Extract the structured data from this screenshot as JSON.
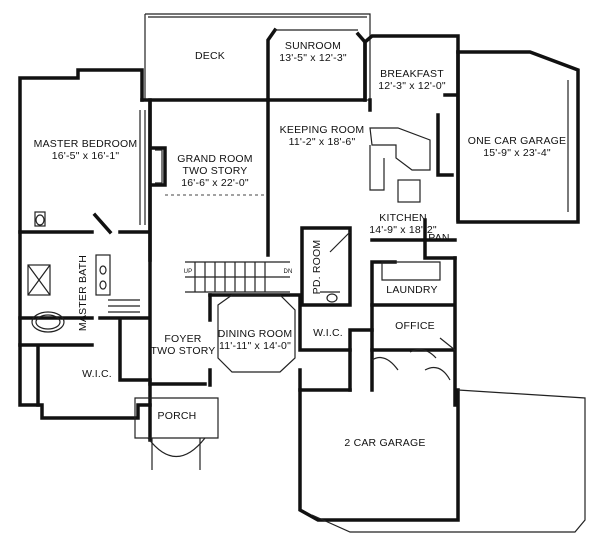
{
  "rooms": {
    "deck": {
      "name": "DECK",
      "dims": ""
    },
    "sunroom": {
      "name": "SUNROOM",
      "dims": "13'-5\" x 12'-3\""
    },
    "breakfast": {
      "name": "BREAKFAST",
      "dims": "12'-3\" x 12'-0\""
    },
    "master_bedroom": {
      "name": "MASTER BEDROOM",
      "dims": "16'-5\" x 16'-1\""
    },
    "keeping_room": {
      "name": "KEEPING ROOM",
      "dims": "11'-2\" x 18'-6\""
    },
    "one_car_garage": {
      "name": "ONE CAR GARAGE",
      "dims": "15'-9\" x 23'-4\""
    },
    "grand_room": {
      "name": "GRAND ROOM",
      "sub": "TWO STORY",
      "dims": "16'-6\" x 22'-0\""
    },
    "kitchen": {
      "name": "KITCHEN",
      "dims": "14'-9\" x 18'-2\""
    },
    "pan": {
      "name": "PAN"
    },
    "pd_room": {
      "name": "PD. ROOM"
    },
    "laundry": {
      "name": "LAUNDRY"
    },
    "master_bath": {
      "name": "MASTER BATH"
    },
    "office": {
      "name": "OFFICE"
    },
    "foyer": {
      "name": "FOYER",
      "sub": "TWO STORY"
    },
    "dining_room": {
      "name": "DINING ROOM",
      "dims": "11'-11\" x 14'-0\""
    },
    "wic_center": {
      "name": "W.I.C."
    },
    "wic_master": {
      "name": "W.I.C."
    },
    "porch": {
      "name": "PORCH"
    },
    "two_car_garage": {
      "name": "2 CAR GARAGE"
    }
  },
  "stairs": {
    "up_label": "UP",
    "dn_label": "DN"
  }
}
